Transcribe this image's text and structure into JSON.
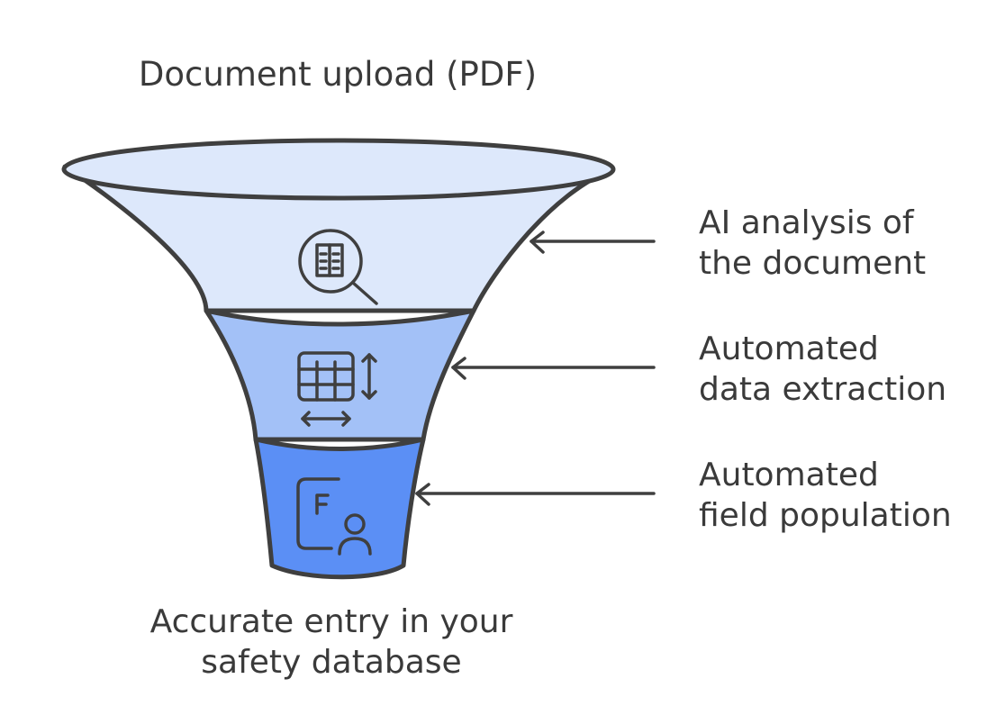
{
  "diagram": {
    "top_label": "Document upload (PDF)",
    "bottom_label_lines": [
      "Accurate entry in your",
      "safety database"
    ],
    "stages": [
      {
        "lines": [
          "AI analysis of",
          "the document"
        ],
        "icon": "document-search-icon",
        "fill": "#dde8fb"
      },
      {
        "lines": [
          "Automated",
          "data extraction"
        ],
        "icon": "table-resize-icon",
        "fill": "#a3c1f7"
      },
      {
        "lines": [
          "Automated",
          "field population"
        ],
        "icon": "form-user-icon",
        "fill": "#5b8ff5"
      }
    ],
    "colors": {
      "stroke": "#3f3f3f",
      "text": "#3a3a3a"
    }
  }
}
